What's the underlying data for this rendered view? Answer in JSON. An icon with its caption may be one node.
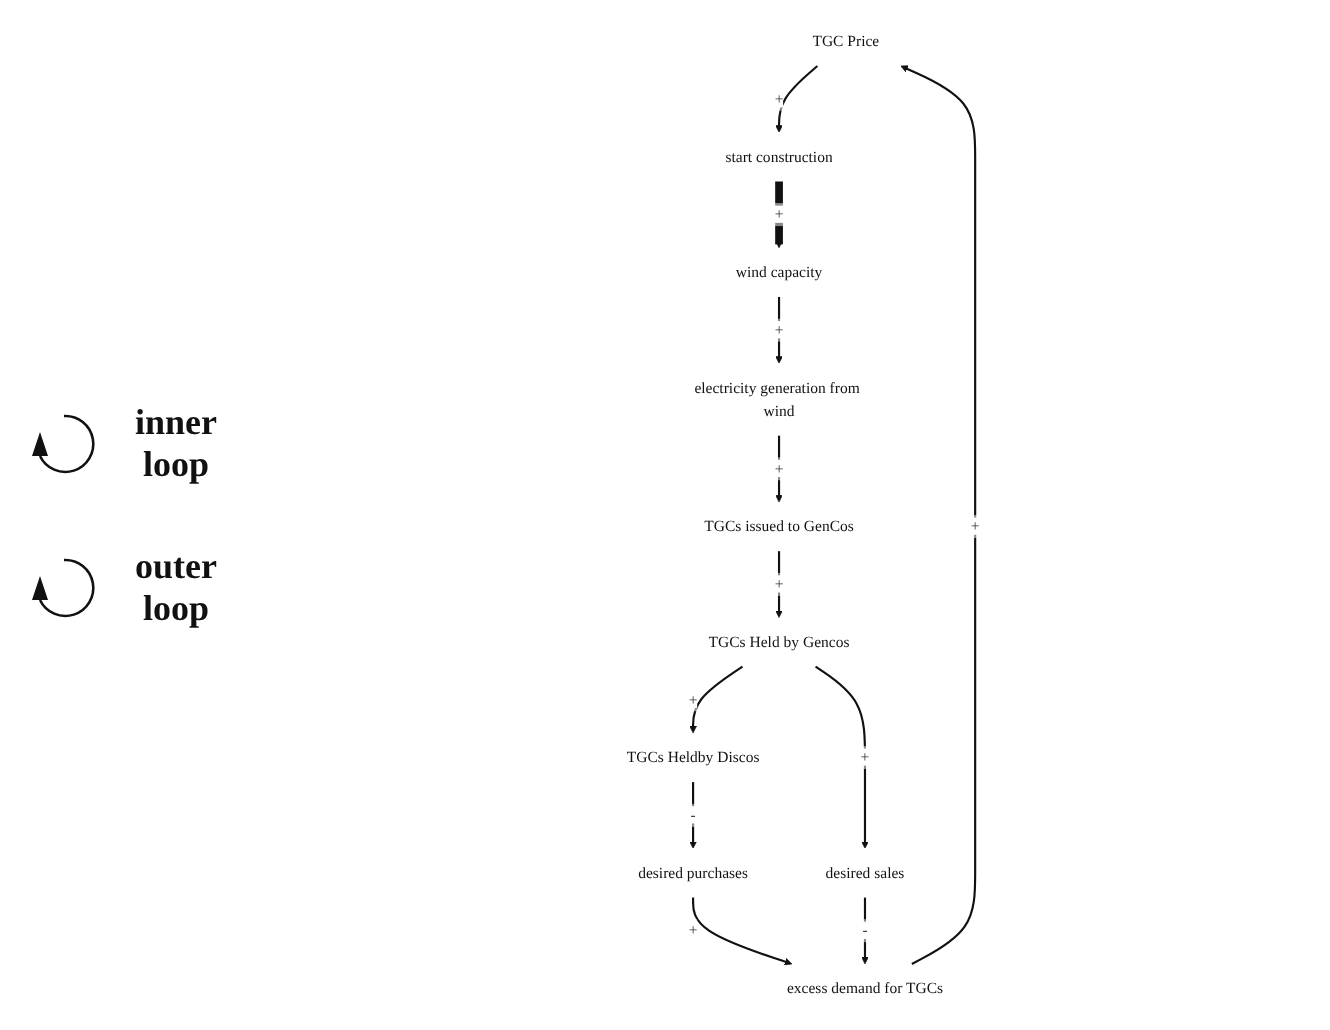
{
  "diagram": {
    "nodes": [
      {
        "text": [
          "TGC Price"
        ]
      },
      {
        "text": [
          "start construction"
        ]
      },
      {
        "text": [
          "wind capacity"
        ]
      },
      {
        "text": [
          "electricity generation from wind"
        ]
      },
      {
        "text": [
          "TGCs issued to GenCos"
        ]
      },
      {
        "text": [
          "TGCs Held by Gencos"
        ]
      },
      {
        "text": [
          "TGCs Heldby Discos"
        ]
      },
      {
        "text": [
          "desired purchases"
        ]
      },
      {
        "text": [
          "desired sales"
        ]
      },
      {
        "text": [
          "excess demand for TGCs"
        ]
      }
    ],
    "edges": [
      {
        "from": 9,
        "to": 0,
        "arrow": "to",
        "label": "+"
      },
      {
        "from": 0,
        "to": 1,
        "arrow": "to",
        "label": "+"
      },
      {
        "from": 1,
        "to": 2,
        "arrow": "to",
        "label": "+",
        "style": "thick"
      },
      {
        "from": 2,
        "to": 3,
        "arrow": "to",
        "label": "+"
      },
      {
        "from": 3,
        "to": 4,
        "arrow": "to",
        "label": "+"
      },
      {
        "from": 4,
        "to": 5,
        "arrow": "to",
        "label": "+"
      },
      {
        "from": 5,
        "to": 6,
        "arrow": "to",
        "label": "+"
      },
      {
        "from": 6,
        "to": 7,
        "arrow": "to",
        "label": "-"
      },
      {
        "from": 7,
        "to": 9,
        "arrow": "to",
        "label": "+"
      },
      {
        "from": 5,
        "to": 8,
        "arrow": "to",
        "label": "+"
      },
      {
        "from": 8,
        "to": 9,
        "arrow": "to",
        "label": "-"
      }
    ],
    "labels": [
      "inner loop",
      "outer loop"
    ]
  }
}
